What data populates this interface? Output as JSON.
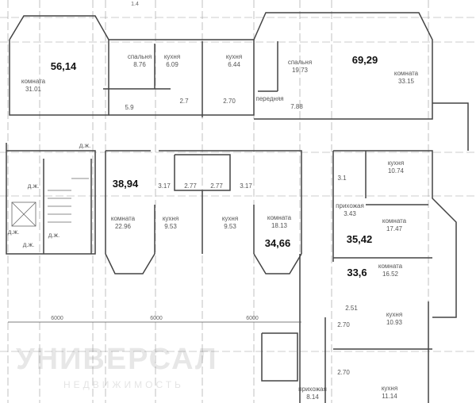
{
  "axis_mark": "1.4",
  "dimensions": [
    "6000",
    "6000",
    "6000"
  ],
  "watermark": {
    "main": "УНИВЕРСАЛ",
    "sub": "НЕДВИЖИМОСТЬ"
  },
  "apartments": [
    {
      "total": "56,14",
      "rooms": [
        {
          "name": "комната",
          "area": "31.01"
        },
        {
          "name": "спальня",
          "area": "8.76"
        },
        {
          "name": "кухня",
          "area": "6.09"
        },
        {
          "name": "",
          "area": "2.7"
        },
        {
          "name": "",
          "area": "5.9"
        }
      ]
    },
    {
      "total": "69,29",
      "rooms": [
        {
          "name": "кухня",
          "area": "6.44"
        },
        {
          "name": "",
          "area": "2.70"
        },
        {
          "name": "спальня",
          "area": "19.73"
        },
        {
          "name": "комната",
          "area": "33.15"
        },
        {
          "name": "передняя",
          "area": "7.88"
        }
      ]
    },
    {
      "total": "38,94",
      "rooms": [
        {
          "name": "",
          "area": "3.17"
        },
        {
          "name": "",
          "area": "2.77"
        },
        {
          "name": "комната",
          "area": "22.96"
        },
        {
          "name": "кухня",
          "area": "9.53"
        }
      ]
    },
    {
      "total": "34,66",
      "rooms": [
        {
          "name": "",
          "area": "2.77"
        },
        {
          "name": "",
          "area": "3.17"
        },
        {
          "name": "кухня",
          "area": "9.53"
        },
        {
          "name": "комната",
          "area": "18.13"
        }
      ]
    },
    {
      "total": "35,42",
      "rooms": [
        {
          "name": "",
          "area": "3.1"
        },
        {
          "name": "кухня",
          "area": "10.74"
        },
        {
          "name": "прихожая",
          "area": "3.43"
        },
        {
          "name": "комната",
          "area": "17.47"
        }
      ]
    },
    {
      "total": "33,6",
      "rooms": [
        {
          "name": "комната",
          "area": "16.52"
        },
        {
          "name": "",
          "area": "2.51"
        },
        {
          "name": "кухня",
          "area": "10.93"
        },
        {
          "name": "",
          "area": "2.70"
        }
      ]
    },
    {
      "total": "",
      "rooms": [
        {
          "name": "",
          "area": "2.70"
        },
        {
          "name": "кухня",
          "area": "11.14"
        },
        {
          "name": "прихожая",
          "area": "8.14"
        }
      ]
    }
  ],
  "shafts": [
    "д.ж.",
    "д.ж.",
    "д.ж.",
    "д.ж.",
    "д.ж."
  ]
}
